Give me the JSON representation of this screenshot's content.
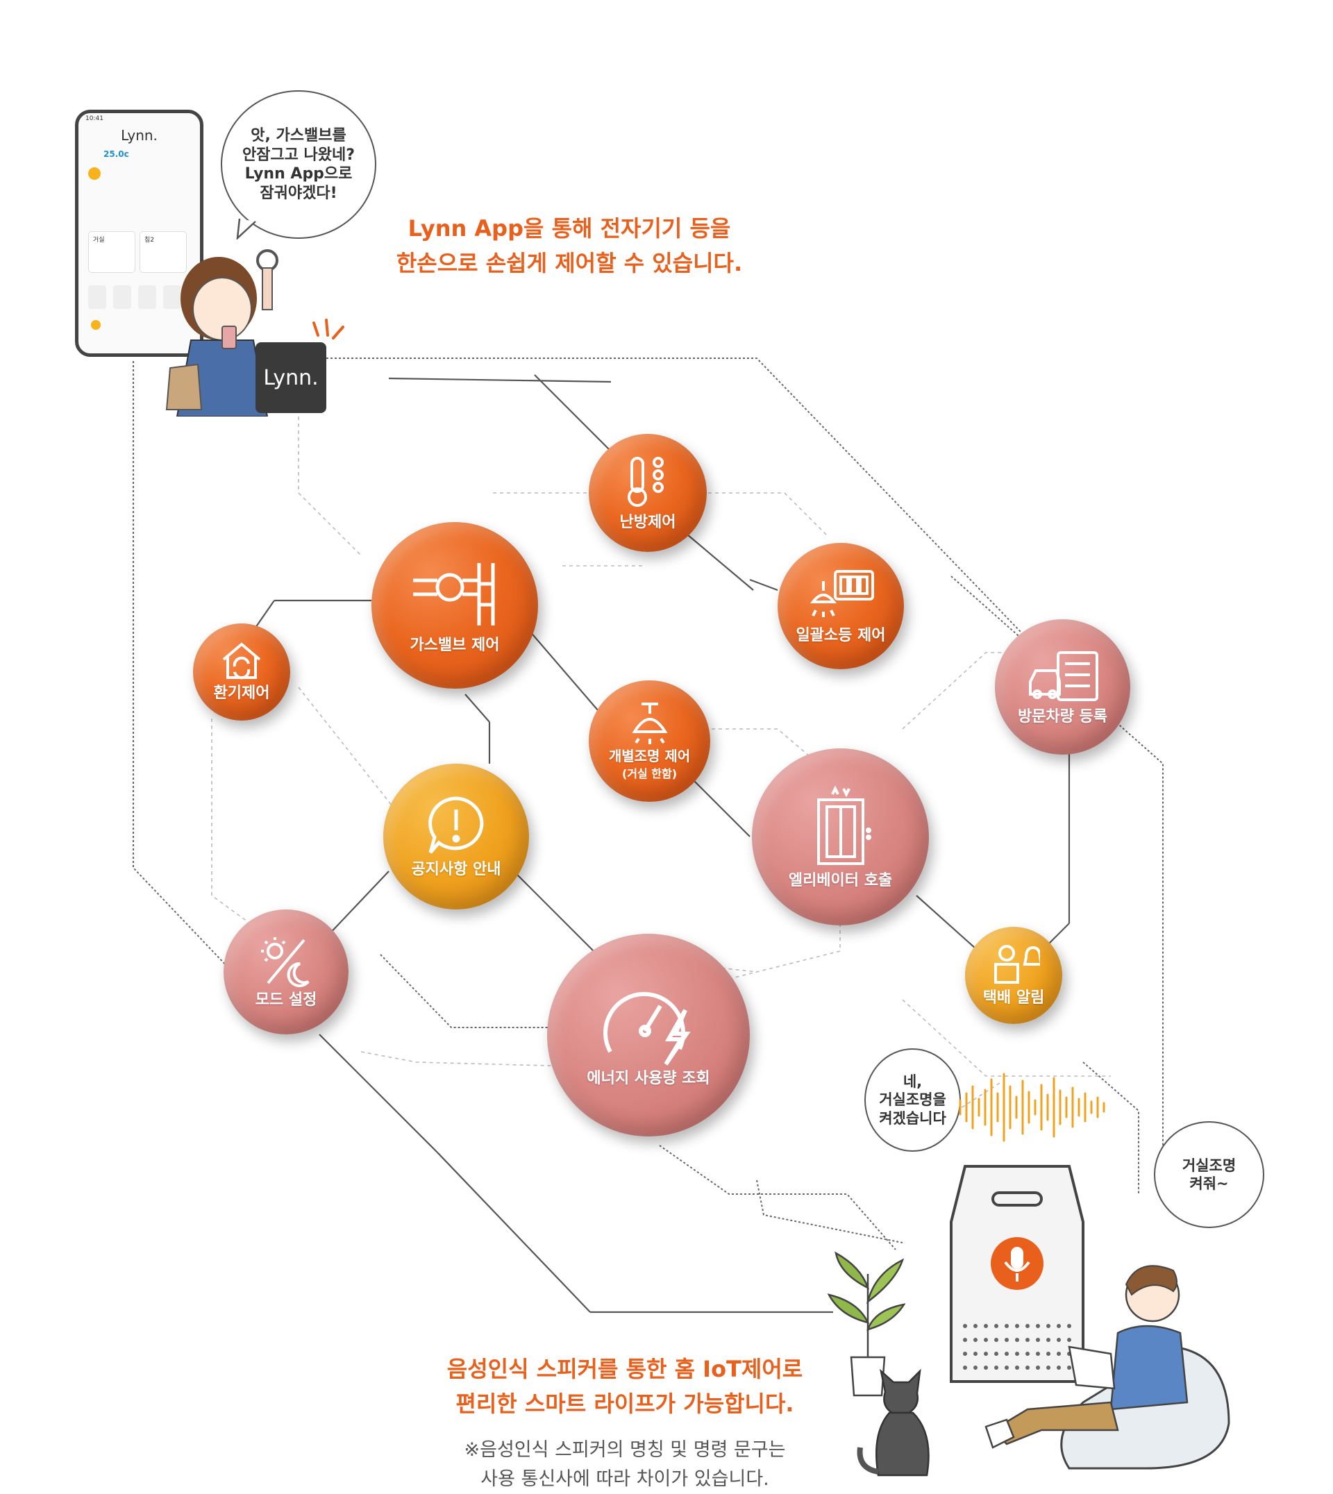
{
  "phone": {
    "status_time": "10:41",
    "brand": "Lynn.",
    "temperature": "25.0c",
    "room_a": "거실",
    "room_b": "침2"
  },
  "lynn_badge": "Lynn.",
  "speech_woman": "앗, 가스밸브를\n안잠그고 나왔네?\nLynn App으로\n잠궈야겠다!",
  "headline_top": "Lynn App을 통해 전자기기 등을\n한손으로 손쉽게 제어할 수 있습니다.",
  "nodes": {
    "heating": "난방제어",
    "gas_valve": "가스밸브 제어",
    "all_lights": "일괄소등 제어",
    "ventilation": "환기제어",
    "visitor_car": "방문차량 등록",
    "individual_light": "개별조명 제어",
    "individual_light_sub": "(거실 한함)",
    "notice": "공지사항 안내",
    "elevator": "엘리베이터 호출",
    "delivery": "택배 알림",
    "mode": "모드 설정",
    "energy": "에너지 사용량 조회"
  },
  "speech_speaker": "네,\n거실조명을\n켜겠습니다",
  "speech_man": "거실조명\n켜줘~",
  "headline_bottom": "음성인식 스피커를 통한 홈 IoT제어로\n편리한 스마트 라이프가 가능합니다.",
  "footnote": "※음성인식 스피커의 명칭 및 명령 문구는\n사용 통신사에 따라 차이가 있습니다.",
  "colors": {
    "orange": "#ea6720",
    "yellow": "#f0a21f",
    "pink": "#d98682",
    "headline": "#e8601c"
  }
}
